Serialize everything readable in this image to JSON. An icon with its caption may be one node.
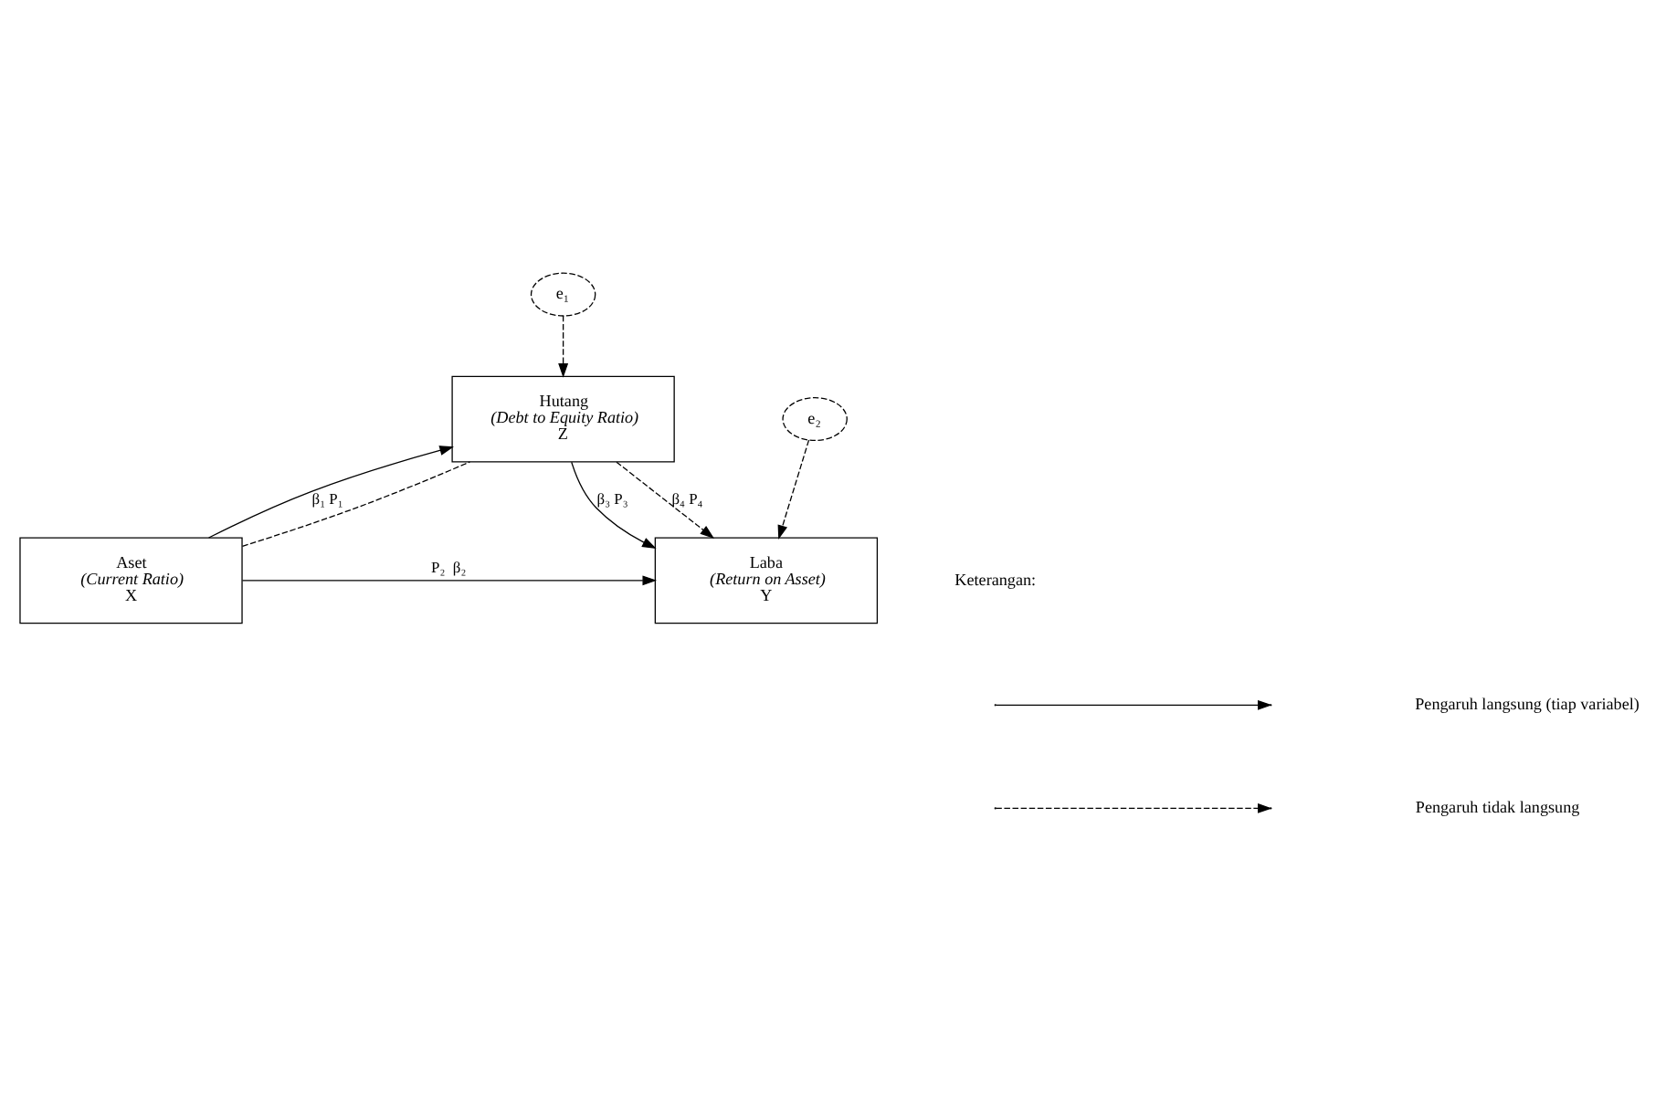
{
  "diagram": {
    "nodes": [
      {
        "text": [
          "e₁"
        ]
      },
      {
        "text": [
          "Hutang",
          "(Debt to Equity Ratio)",
          "Z"
        ]
      },
      {
        "text": [
          "Aset",
          "(Current Ratio)",
          "X"
        ]
      },
      {
        "text": [
          "Laba",
          "(Return on Asset)",
          "Y"
        ]
      },
      {
        "text": [
          "e₂"
        ]
      }
    ],
    "edges": [
      {
        "from": 0,
        "to": 1,
        "arrow": "to",
        "style": "dashed"
      },
      {
        "from": 2,
        "to": 1,
        "arrow": "to",
        "label": "β₁ P₁"
      },
      {
        "from": 2,
        "to": 1,
        "arrow": "none",
        "style": "dashed"
      },
      {
        "from": 2,
        "to": 3,
        "arrow": "to",
        "label": "P₂  β₂"
      },
      {
        "from": 1,
        "to": 3,
        "arrow": "to",
        "label": "β₃ P₃"
      },
      {
        "from": 1,
        "to": 3,
        "arrow": "to",
        "style": "dashed",
        "label": "β₄ P₄"
      },
      {
        "from": 4,
        "to": 3,
        "arrow": "to",
        "style": "dashed"
      }
    ],
    "labels": [
      "Keterangan:"
    ],
    "legend": [
      {
        "text": "Pengaruh langsung (tiap variabel)"
      },
      {
        "text": "Pengaruh tidak langsung"
      }
    ]
  }
}
